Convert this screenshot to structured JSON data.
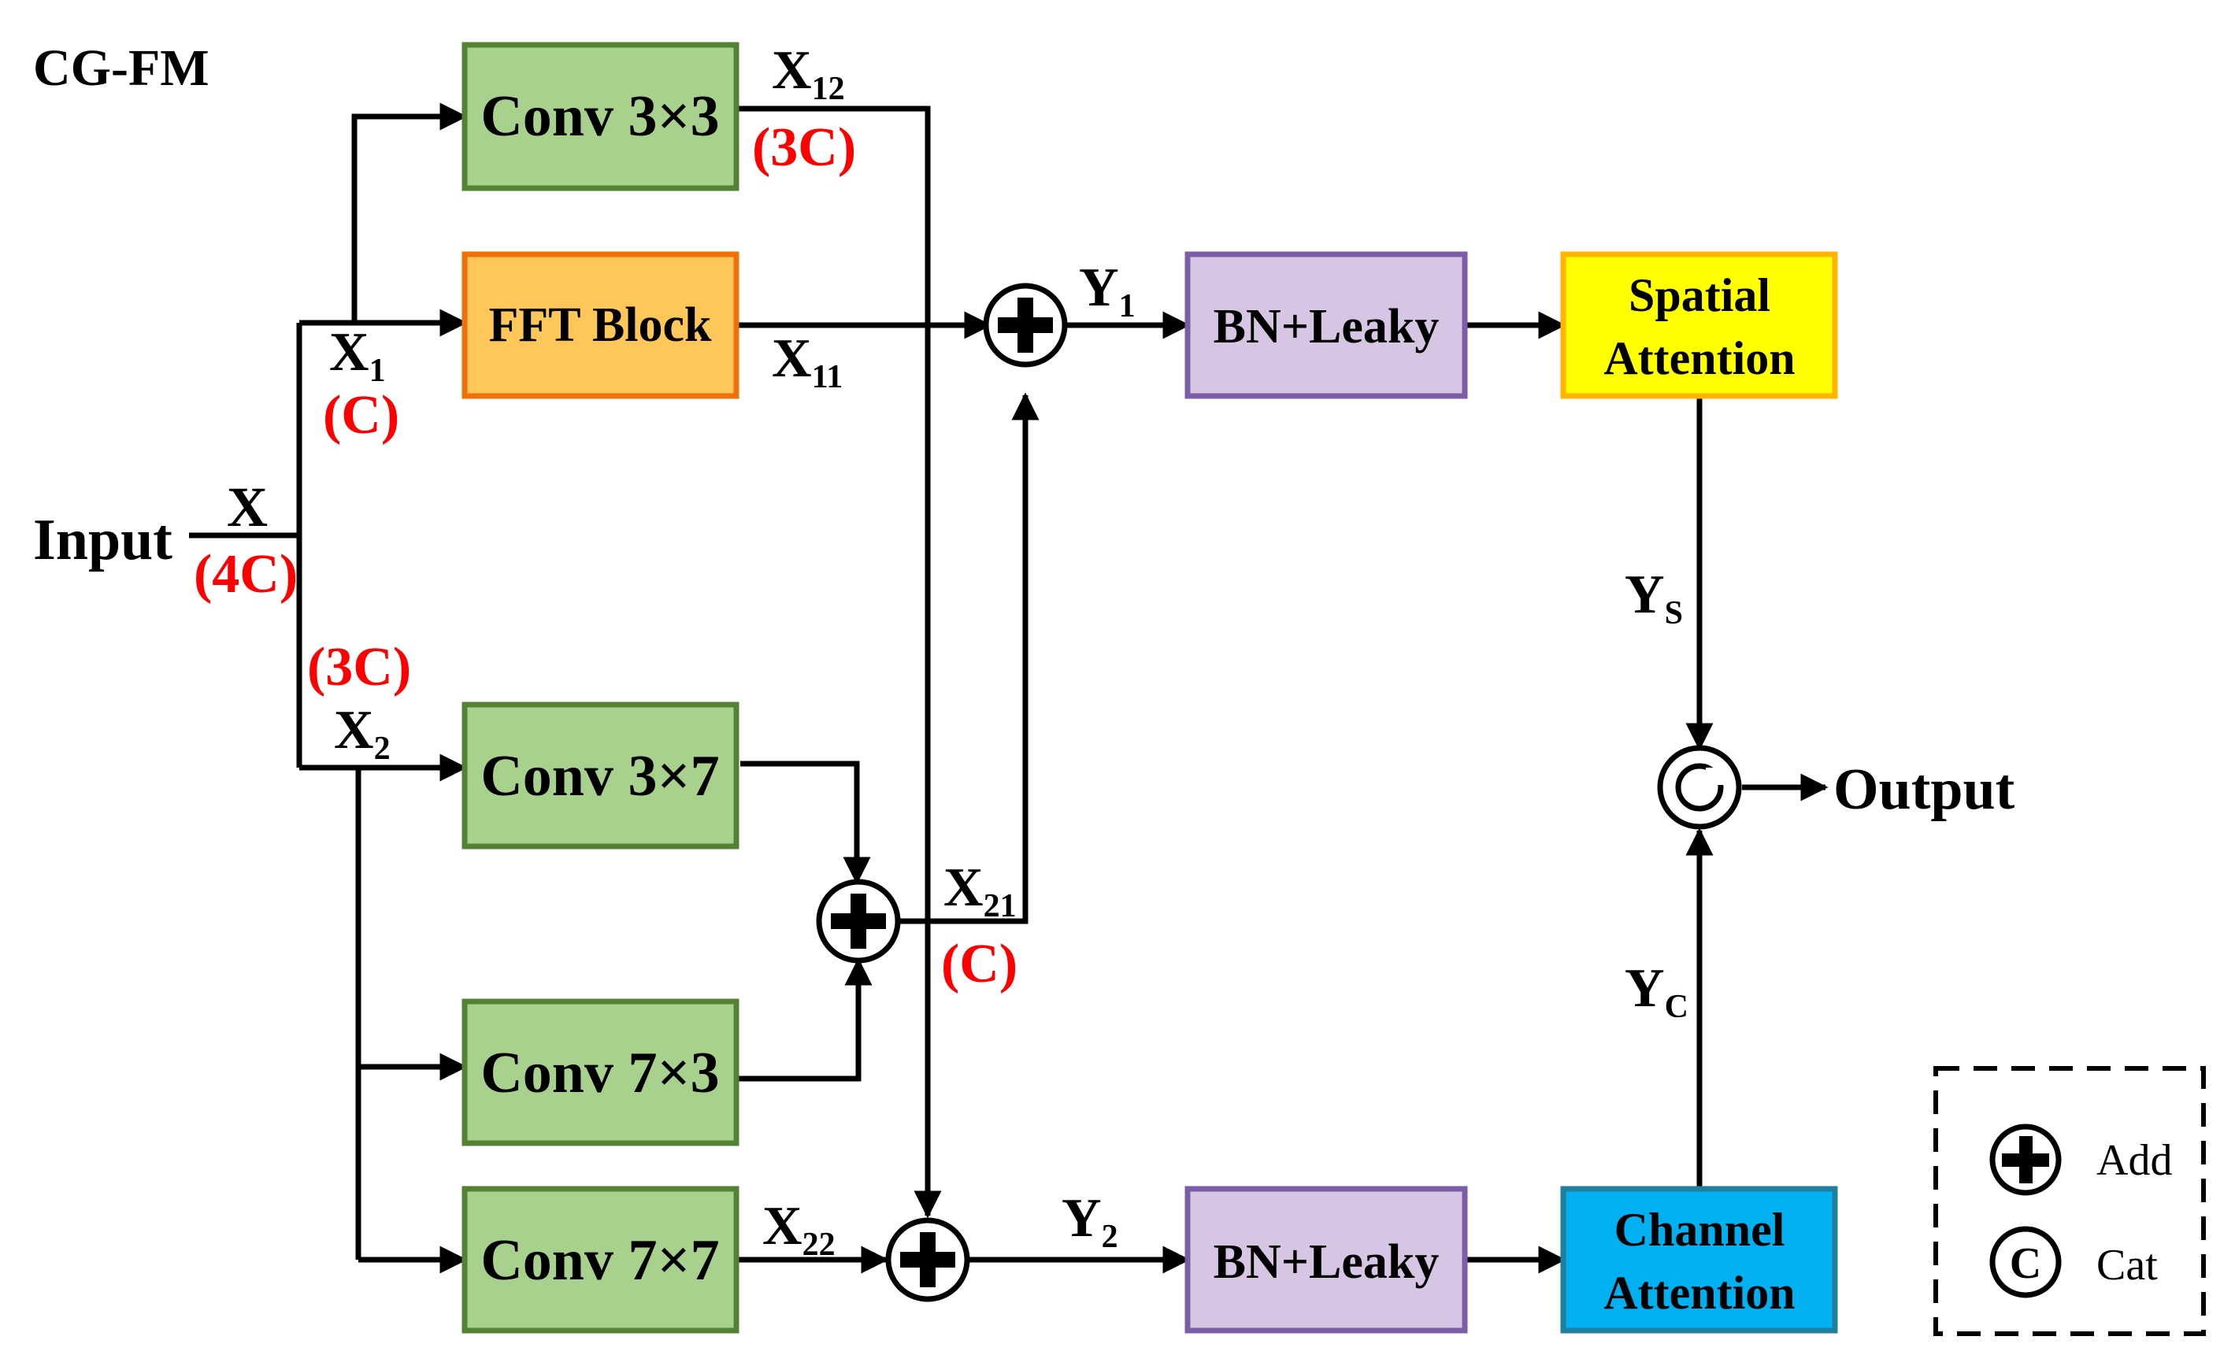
{
  "title": "CG-FM",
  "input_label": "Input",
  "output_label": "Output",
  "blocks": {
    "conv33": "Conv 3×3",
    "fft": "FFT Block",
    "conv37": "Conv 3×7",
    "conv73": "Conv 7×3",
    "conv77": "Conv 7×7",
    "bn_top": "BN+Leaky",
    "bn_bottom": "BN+Leaky",
    "spatial": [
      "Spatial",
      "Attention"
    ],
    "channel": [
      "Channel",
      "Attention"
    ]
  },
  "signals": {
    "X": {
      "base": "X",
      "sub": ""
    },
    "X1": {
      "base": "X",
      "sub": "1"
    },
    "X2": {
      "base": "X",
      "sub": "2"
    },
    "X11": {
      "base": "X",
      "sub": "11"
    },
    "X12": {
      "base": "X",
      "sub": "12"
    },
    "X21": {
      "base": "X",
      "sub": "21"
    },
    "X22": {
      "base": "X",
      "sub": "22"
    },
    "Y1": {
      "base": "Y",
      "sub": "1"
    },
    "Y2": {
      "base": "Y",
      "sub": "2"
    },
    "YS": {
      "base": "Y",
      "sub": "S"
    },
    "YC": {
      "base": "Y",
      "sub": "C"
    }
  },
  "channels": {
    "X": "(4C)",
    "X1": "(C)",
    "X2": "(3C)",
    "X12": "(3C)",
    "X21": "(C)"
  },
  "legend": {
    "add": "Add",
    "cat": "Cat",
    "cat_symbol": "C"
  },
  "colors": {
    "conv_fill": "#a9d18e",
    "conv_stroke": "#548235",
    "fft_fill": "#ffc65a",
    "fft_stroke": "#f0700a",
    "bn_fill": "#d7c6e3",
    "bn_stroke": "#7b5ea7",
    "spatial_fill": "#ffff00",
    "spatial_stroke": "#ffb400",
    "channel_fill": "#00b0f0",
    "channel_stroke": "#1f7f9f",
    "channel_label": "#ff0000"
  }
}
